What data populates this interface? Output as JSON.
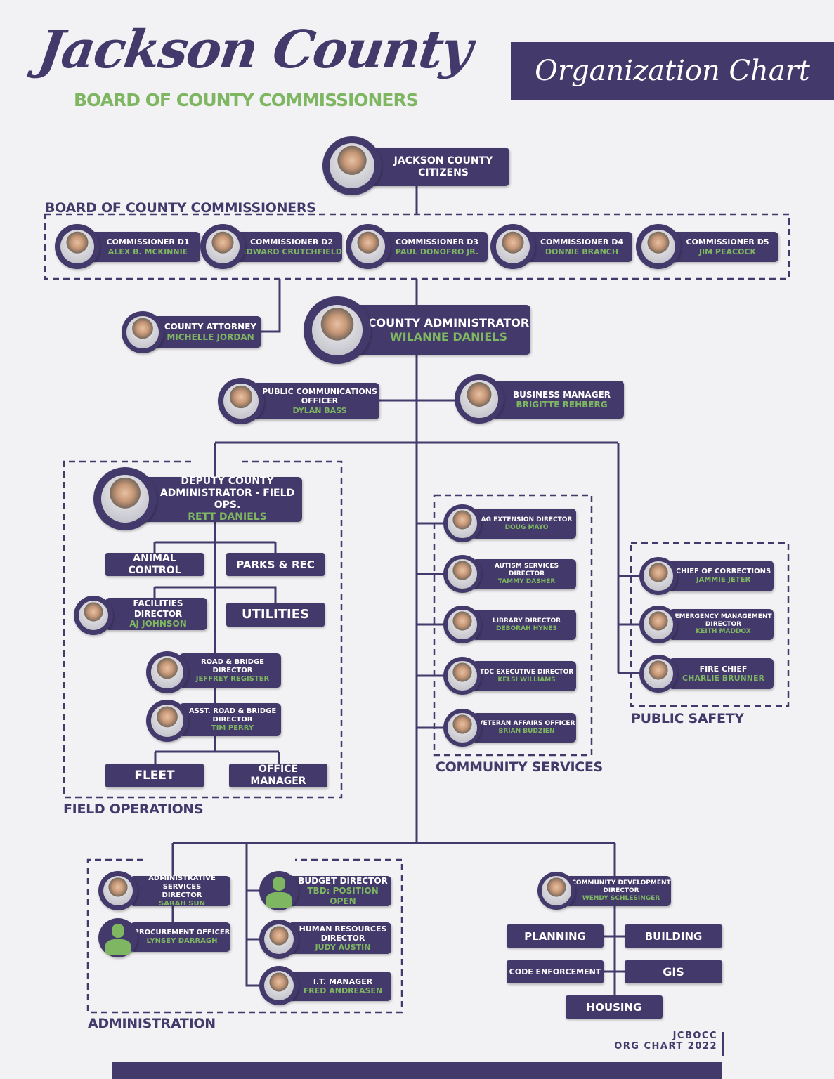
{
  "header": {
    "title": "Jackson County",
    "subtitle": "BOARD OF COUNTY COMMISSIONERS",
    "banner": "Organization Chart"
  },
  "sections": {
    "board": "BOARD OF COUNTY COMMISSIONERS",
    "field_operations": "FIELD OPERATIONS",
    "community_services": "COMMUNITY SERVICES",
    "public_safety": "PUBLIC SAFETY",
    "administration": "ADMINISTRATION"
  },
  "colors": {
    "primary": "#433a6b",
    "accent": "#7fb661",
    "background": "#f2f2f4"
  },
  "cards": [
    {
      "title": [
        "JACKSON COUNTY",
        "CITIZENS"
      ],
      "name": "",
      "photo": "group-photo"
    },
    {
      "title": [
        "COMMISSIONER D1"
      ],
      "name": "ALEX B. MCKINNIE",
      "photo": "portrait"
    },
    {
      "title": [
        "COMMISSIONER D2"
      ],
      "name": "EDWARD CRUTCHFIELD",
      "photo": "portrait"
    },
    {
      "title": [
        "COMMISSIONER D3"
      ],
      "name": "PAUL DONOFRO JR.",
      "photo": "portrait"
    },
    {
      "title": [
        "COMMISSIONER D4"
      ],
      "name": "DONNIE BRANCH",
      "photo": "portrait"
    },
    {
      "title": [
        "COMMISSIONER D5"
      ],
      "name": "JIM PEACOCK",
      "photo": "portrait"
    },
    {
      "title": [
        "COUNTY ATTORNEY"
      ],
      "name": "MICHELLE JORDAN",
      "photo": "portrait"
    },
    {
      "title": [
        "COUNTY ADMINISTRATOR"
      ],
      "name": "WILANNE DANIELS",
      "photo": "portrait"
    },
    {
      "title": [
        "PUBLIC COMMUNICATIONS",
        "OFFICER"
      ],
      "name": "DYLAN BASS",
      "photo": "portrait"
    },
    {
      "title": [
        "BUSINESS MANAGER"
      ],
      "name": "BRIGITTE REHBERG",
      "photo": "portrait"
    },
    {
      "title": [
        "DEPUTY COUNTY",
        "ADMINISTRATOR - FIELD OPS."
      ],
      "name": "RETT DANIELS",
      "photo": "portrait"
    },
    {
      "title": [
        "FACILITIES DIRECTOR"
      ],
      "name": "AJ JOHNSON",
      "photo": "portrait"
    },
    {
      "title": [
        "ROAD & BRIDGE DIRECTOR"
      ],
      "name": "JEFFREY REGISTER",
      "photo": "portrait"
    },
    {
      "title": [
        "ASST. ROAD & BRIDGE",
        "DIRECTOR"
      ],
      "name": "TIM PERRY",
      "photo": "portrait"
    },
    {
      "title": [
        "AG EXTENSION DIRECTOR"
      ],
      "name": "DOUG MAYO",
      "photo": "portrait"
    },
    {
      "title": [
        "AUTISM SERVICES",
        "DIRECTOR"
      ],
      "name": "TAMMY DASHER",
      "photo": "portrait"
    },
    {
      "title": [
        "LIBRARY DIRECTOR"
      ],
      "name": "DEBORAH HYNES",
      "photo": "portrait"
    },
    {
      "title": [
        "TDC EXECUTIVE DIRECTOR"
      ],
      "name": "KELSI WILLIAMS",
      "photo": "portrait"
    },
    {
      "title": [
        "VETERAN AFFAIRS OFFICER"
      ],
      "name": "BRIAN BUDZIEN",
      "photo": "portrait"
    },
    {
      "title": [
        "CHIEF OF CORRECTIONS"
      ],
      "name": "JAMMIE JETER",
      "photo": "portrait"
    },
    {
      "title": [
        "EMERGENCY MANAGEMENT",
        "DIRECTOR"
      ],
      "name": "KEITH MADDOX",
      "photo": "portrait"
    },
    {
      "title": [
        "FIRE CHIEF"
      ],
      "name": "CHARLIE BRUNNER",
      "photo": "portrait"
    },
    {
      "title": [
        "ADMINISTRATIVE SERVICES",
        "DIRECTOR"
      ],
      "name": "SARAH SUN",
      "photo": "portrait"
    },
    {
      "title": [
        "PROCUREMENT OFFICER"
      ],
      "name": "LYNSEY DARRAGH",
      "photo": "vacant-silhouette"
    },
    {
      "title": [
        "BUDGET DIRECTOR"
      ],
      "name": "TBD: POSITION OPEN",
      "photo": "vacant-silhouette"
    },
    {
      "title": [
        "HUMAN RESOURCES",
        "DIRECTOR"
      ],
      "name": "JUDY AUSTIN",
      "photo": "portrait"
    },
    {
      "title": [
        "I.T. MANAGER"
      ],
      "name": "FRED ANDREASEN",
      "photo": "portrait"
    },
    {
      "title": [
        "COMMUNITY DEVELOPMENT",
        "DIRECTOR"
      ],
      "name": "WENDY SCHLESINGER",
      "photo": "portrait"
    }
  ],
  "units": [
    "ANIMAL CONTROL",
    "PARKS & REC",
    "UTILITIES",
    "FLEET",
    "OFFICE MANAGER",
    "PLANNING",
    "BUILDING",
    "CODE ENFORCEMENT",
    "GIS",
    "HOUSING"
  ],
  "footer": {
    "line1": "JCBOCC",
    "line2": "ORG CHART 2022"
  }
}
